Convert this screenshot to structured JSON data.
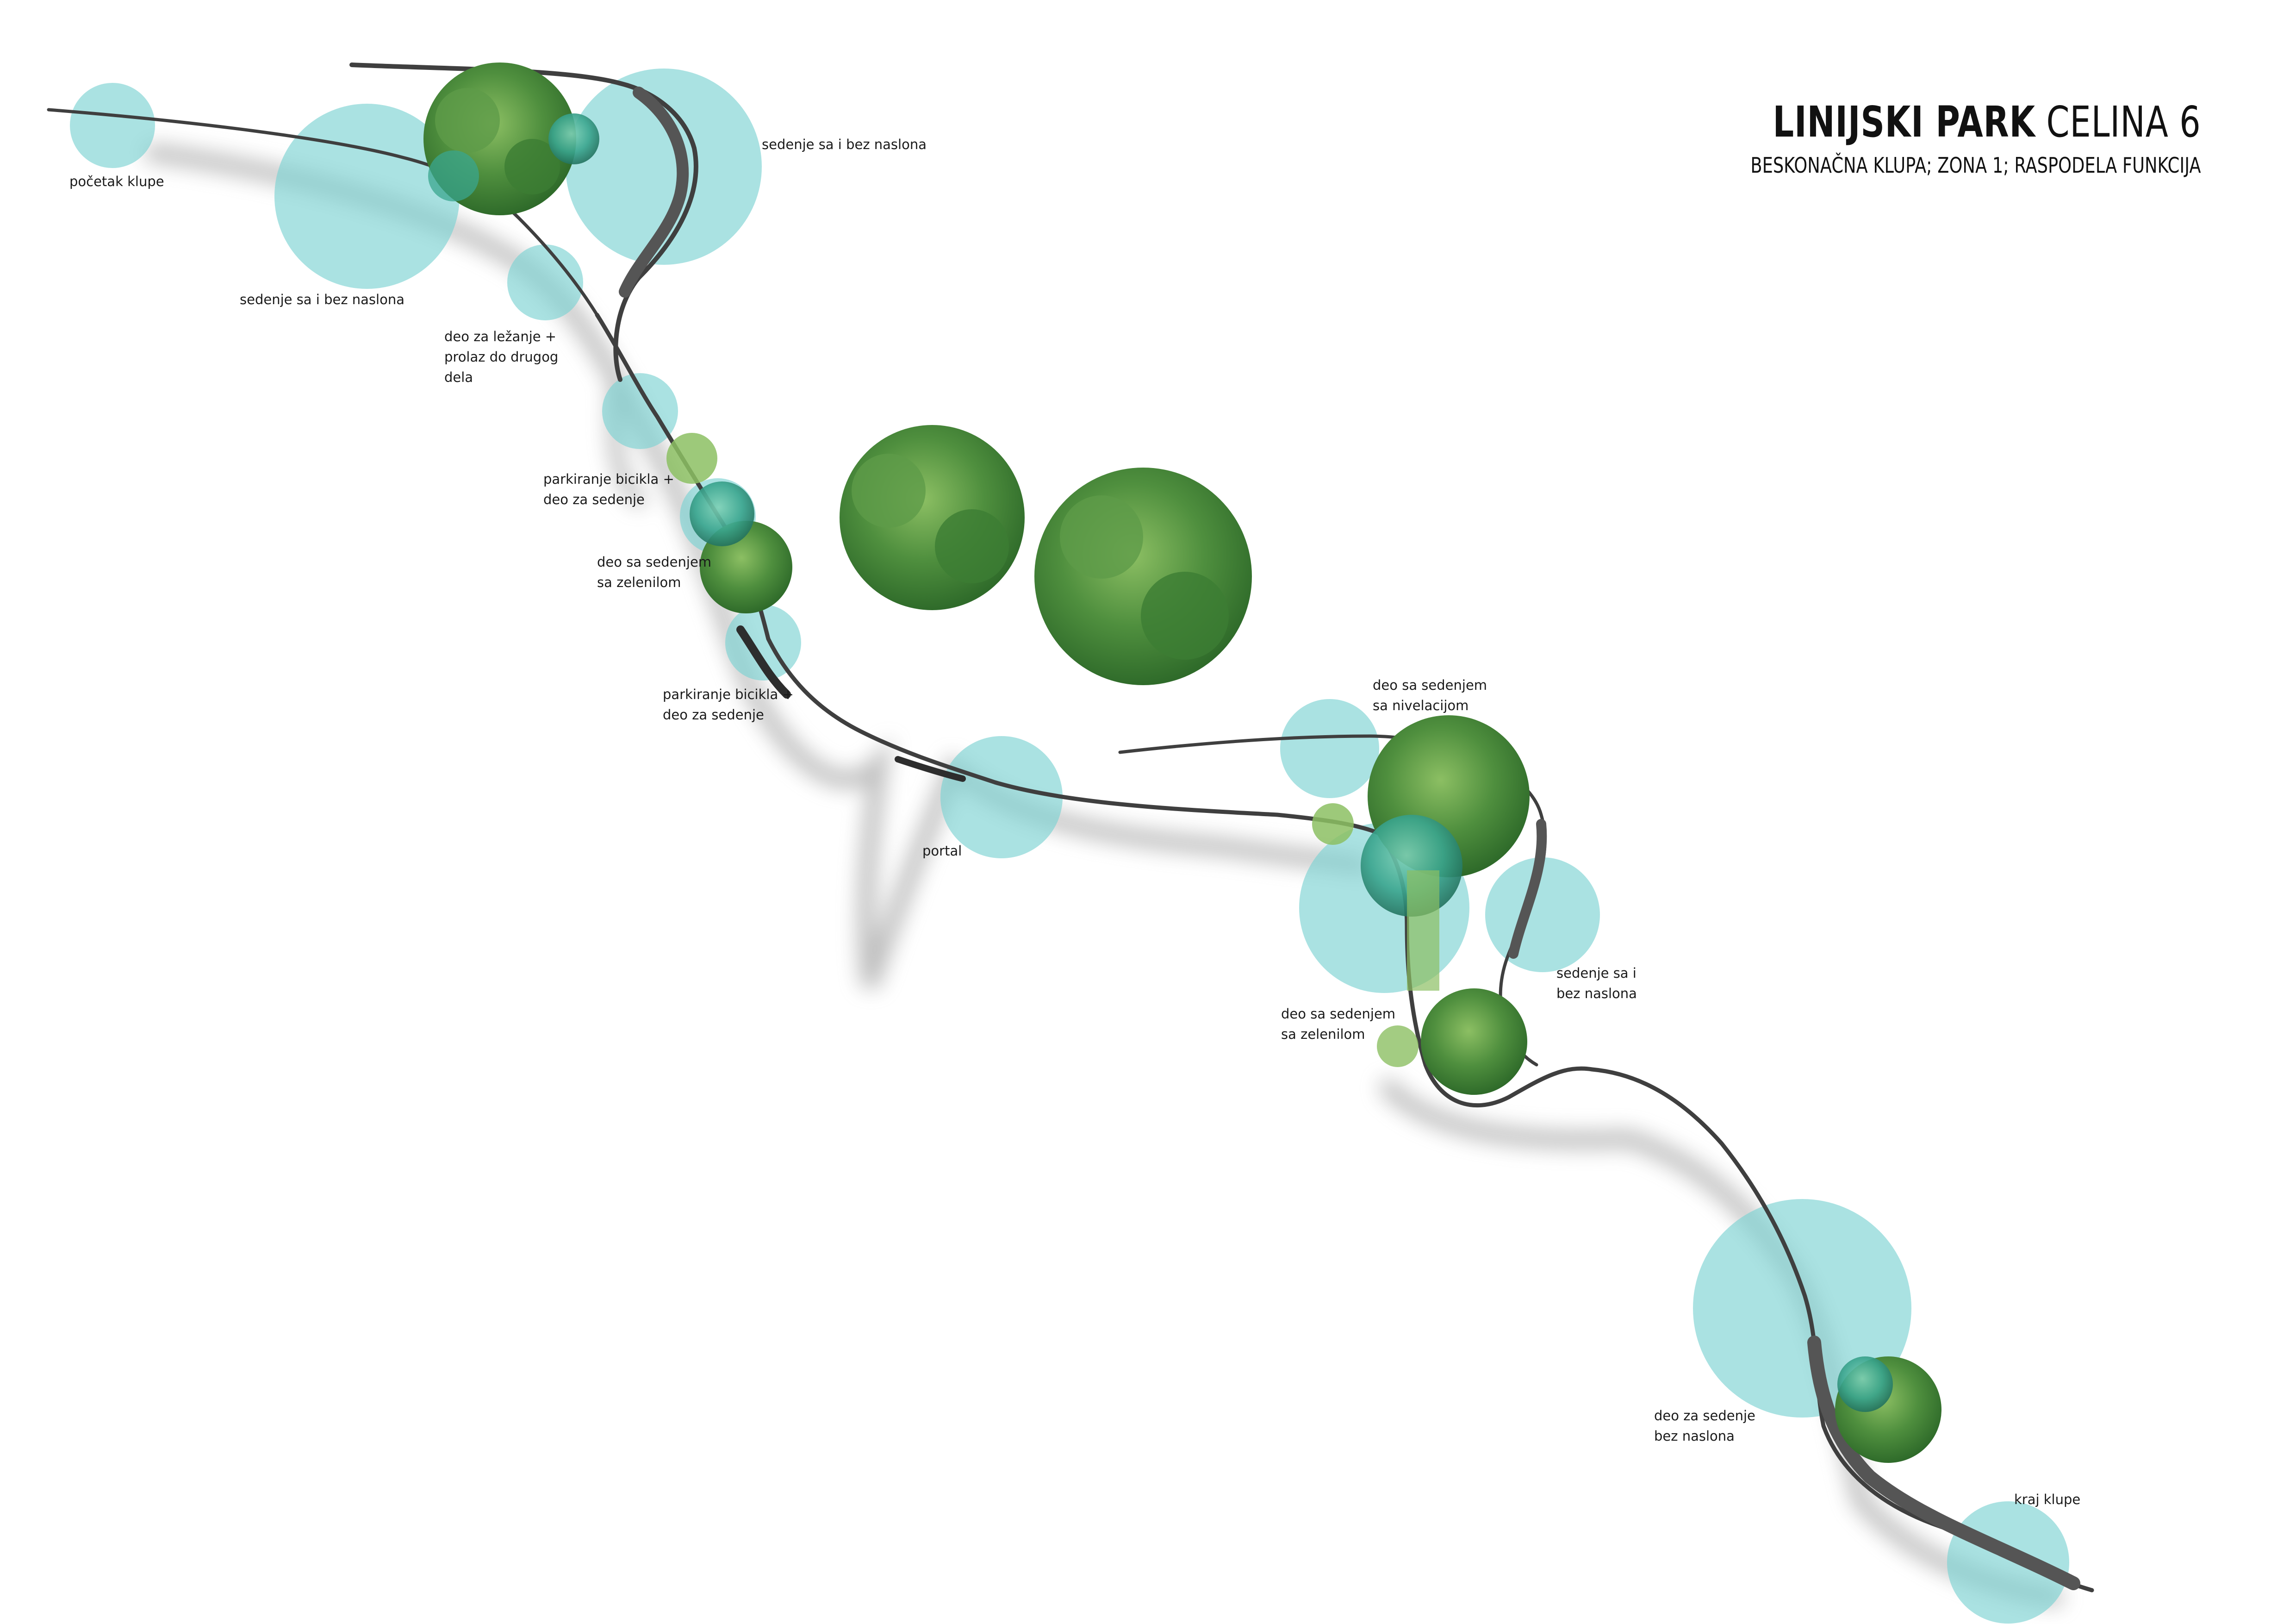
{
  "title": {
    "bold": "LINIJSKI PARK",
    "regular": "CELINA 6"
  },
  "subtitle": "BESKONAČNA KLUPA; ZONA 1; RASPODELA FUNKCIJA",
  "colors": {
    "zone_fill": "#7dd3d3",
    "bench": "#3f3f3f",
    "bench_shadow": "#8a8a8a",
    "tree_dark": "#2f6b2a",
    "tree_mid": "#4f8f3e",
    "tree_light": "#8cbf63",
    "tree_teal": "#3aa58e"
  },
  "labels": {
    "pocetak": "početak klupe",
    "sedenje_a": "sedenje sa i bez naslona",
    "sedenje_b": "sedenje sa i bez naslona",
    "lezanje": "deo  za  ležanje +\nprolaz do drugog\ndela",
    "parkiranje_a": "parkiranje bicikla +\ndeo za sedenje",
    "zelenilo_a": "deo sa sedenjem\nsa zelenilom",
    "parkiranje_b": "parkiranje bicikla +\ndeo za sedenje",
    "portal": "portal",
    "nivelacija": "deo sa sedenjem\nsa nivelacijom",
    "zelenilo_b": "deo sa sedenjem\nsa zelenilom",
    "sedenje_c": "sedenje sa i\nbez naslona",
    "bez_naslona": "deo   za   sedenje\nbez naslona",
    "kraj": "kraj klupe"
  }
}
